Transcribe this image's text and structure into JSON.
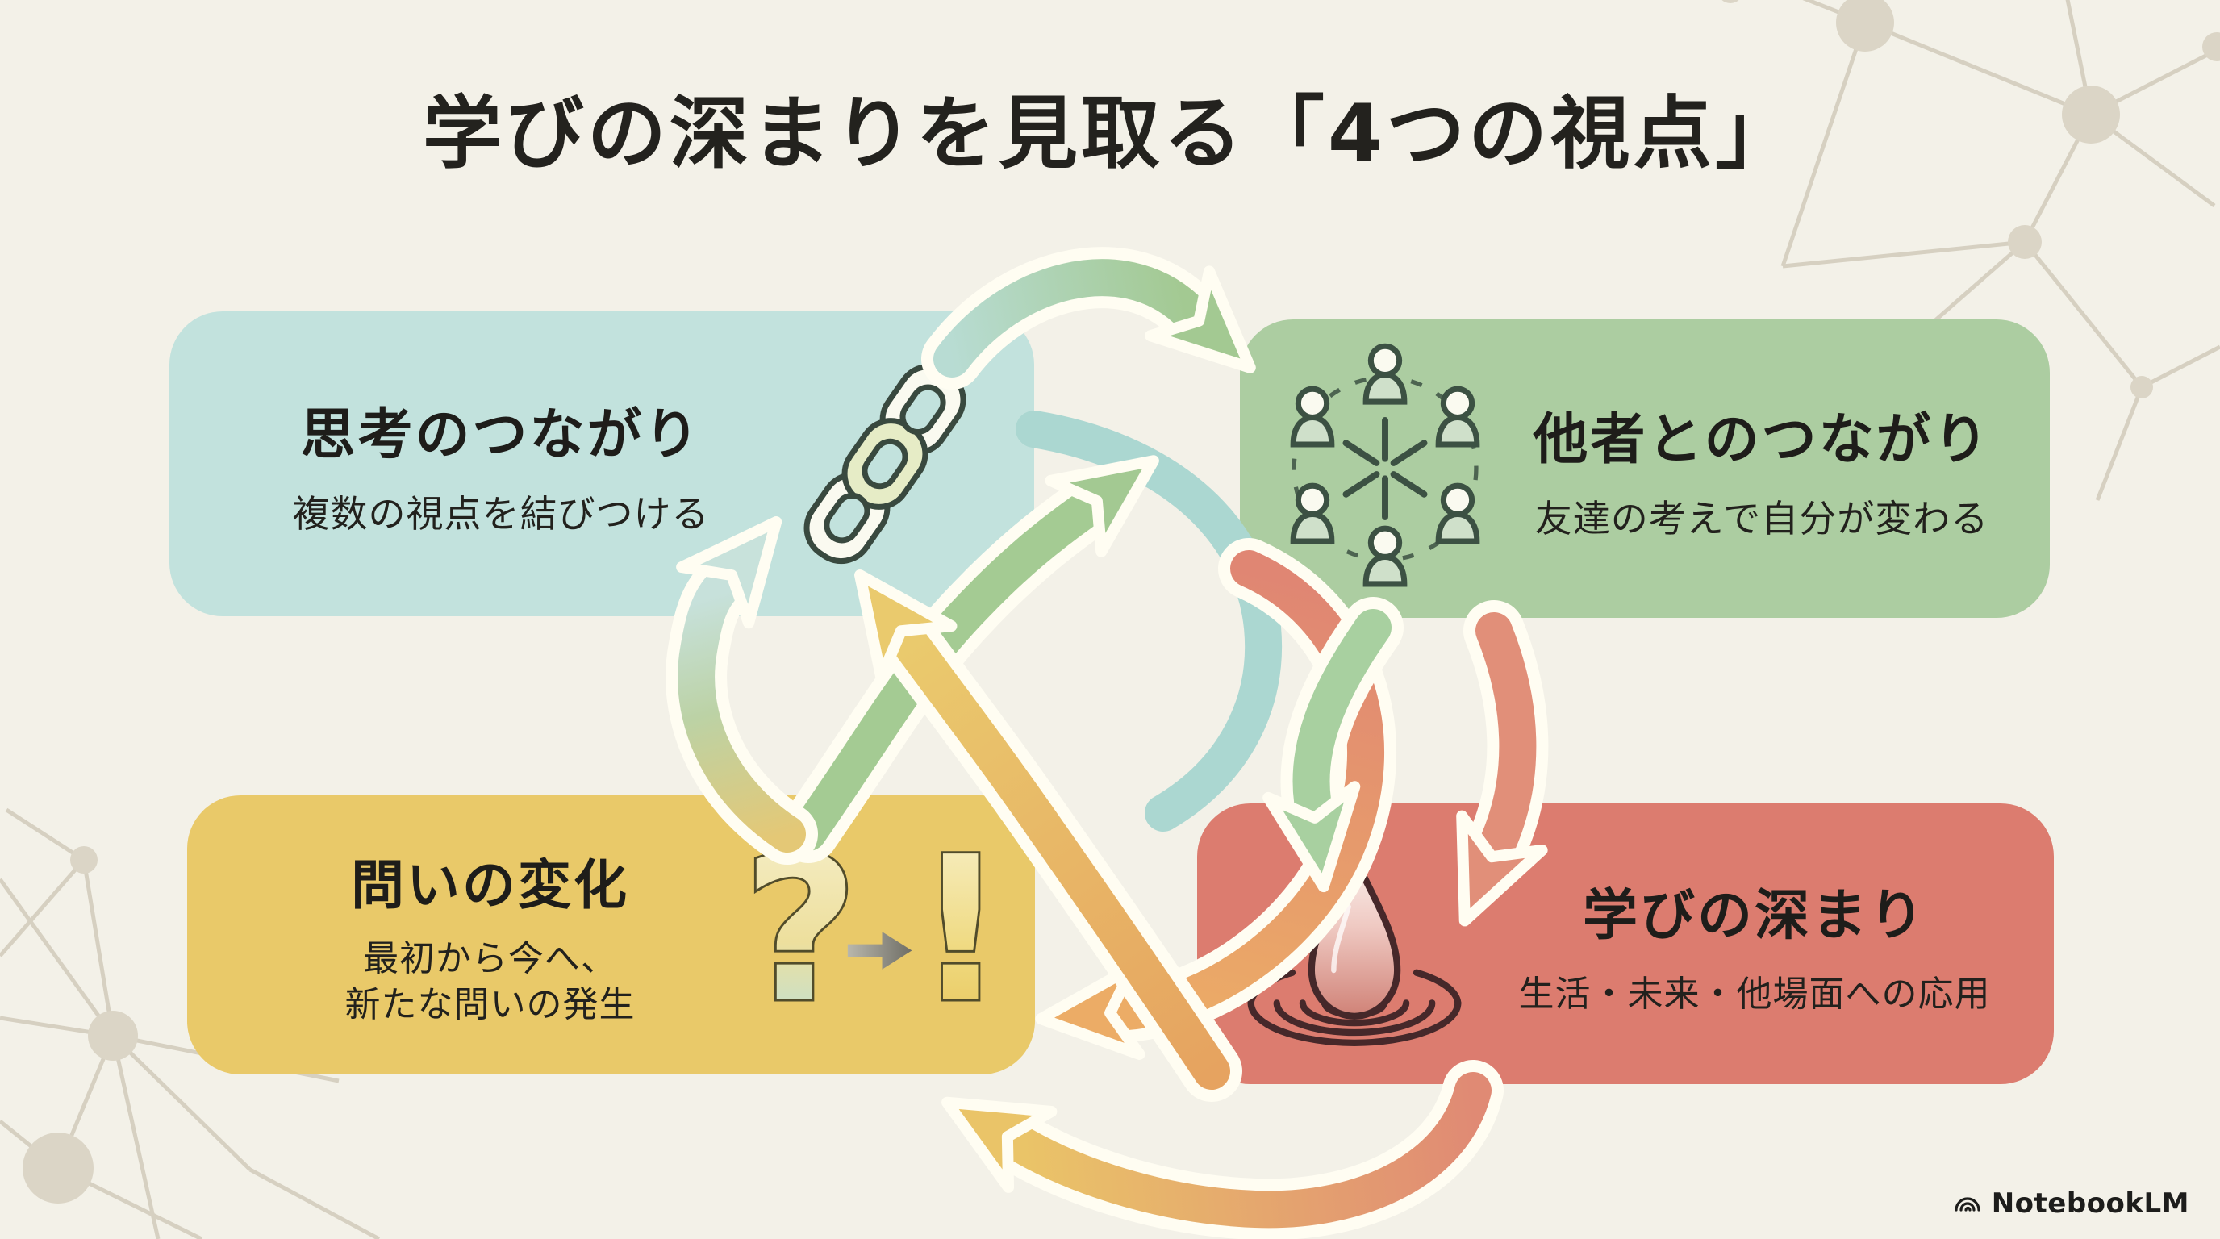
{
  "title": "学びの深まりを見取る「4つの視点」",
  "cards": [
    {
      "id": "thinking",
      "title": "思考のつながり",
      "subtitle": "複数の視点を結びつける",
      "color": "#C2E2DD",
      "icon": "chain-icon"
    },
    {
      "id": "others",
      "title": "他者とのつながり",
      "subtitle": "友達の考えで自分が変わる",
      "color": "#ACCDA1",
      "icon": "people-network-icon"
    },
    {
      "id": "question",
      "title": "問いの変化",
      "subtitle_line1": "最初から今へ、",
      "subtitle_line2": "新たな問いの発生",
      "color": "#E9C969",
      "icon": "question-to-exclamation-icon"
    },
    {
      "id": "deepening",
      "title": "学びの深まり",
      "subtitle": "生活・未来・他場面への応用",
      "color": "#DC7C6F",
      "icon": "water-drop-ripple-icon"
    }
  ],
  "flow_arrows": [
    {
      "from": "thinking",
      "to": "others",
      "color": "teal-to-green"
    },
    {
      "from": "others",
      "to": "deepening",
      "color": "green"
    },
    {
      "from": "others",
      "to": "deepening",
      "color": "salmon"
    },
    {
      "from": "deepening",
      "to": "question",
      "color": "salmon-to-orange"
    },
    {
      "from": "deepening",
      "to": "question",
      "color": "salmon-to-gold"
    },
    {
      "from": "question",
      "to": "thinking",
      "color": "yellow-to-teal"
    },
    {
      "from": "question",
      "to": "others",
      "color": "green-s-curve"
    },
    {
      "from": "deepening",
      "to": "thinking",
      "color": "orange-to-yellow-s-curve"
    }
  ],
  "branding": {
    "logo_text": "NotebookLM"
  },
  "colors": {
    "background": "#F3F1E8",
    "title_text": "#23221E",
    "card_text": "#1E1D1A",
    "arrow_teal": "#ABD7D1",
    "arrow_green": "#A4CB93",
    "arrow_light_green": "#A8D0A0",
    "arrow_yellow": "#EACA6D",
    "arrow_orange": "#ECAC66",
    "arrow_salmon": "#E18F79",
    "arrow_outline": "#FFFDF2",
    "network_node": "#DBD5C6",
    "network_line": "#D6D0C1"
  }
}
